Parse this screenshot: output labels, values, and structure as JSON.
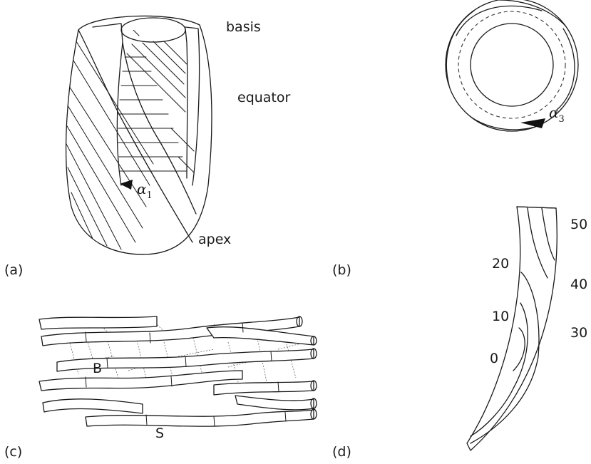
{
  "panels": {
    "a": {
      "label": "(a)",
      "basis": "basis",
      "equator": "equator",
      "apex": "apex",
      "angle_symbol": "α",
      "angle_subscript": "1"
    },
    "b": {
      "label": "(b)",
      "angle_symbol": "α",
      "angle_subscript": "3"
    },
    "c": {
      "label": "(c)",
      "label_B": "B",
      "label_S": "S"
    },
    "d": {
      "label": "(d)",
      "ticks_left": [
        "20",
        "10",
        "0"
      ],
      "ticks_right": [
        "50",
        "40",
        "30"
      ]
    }
  }
}
